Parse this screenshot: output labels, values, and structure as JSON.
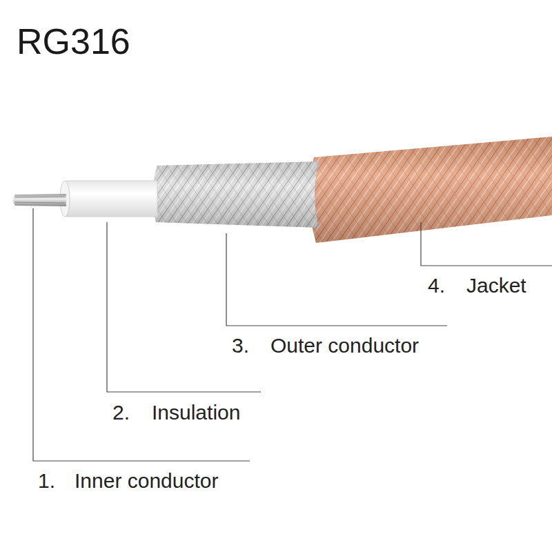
{
  "diagram": {
    "title": "RG316",
    "labels": [
      "1.",
      "Inner conductor",
      "2.",
      "Insulation",
      "3.",
      "Outer conductor",
      "4.",
      "Jacket"
    ]
  }
}
